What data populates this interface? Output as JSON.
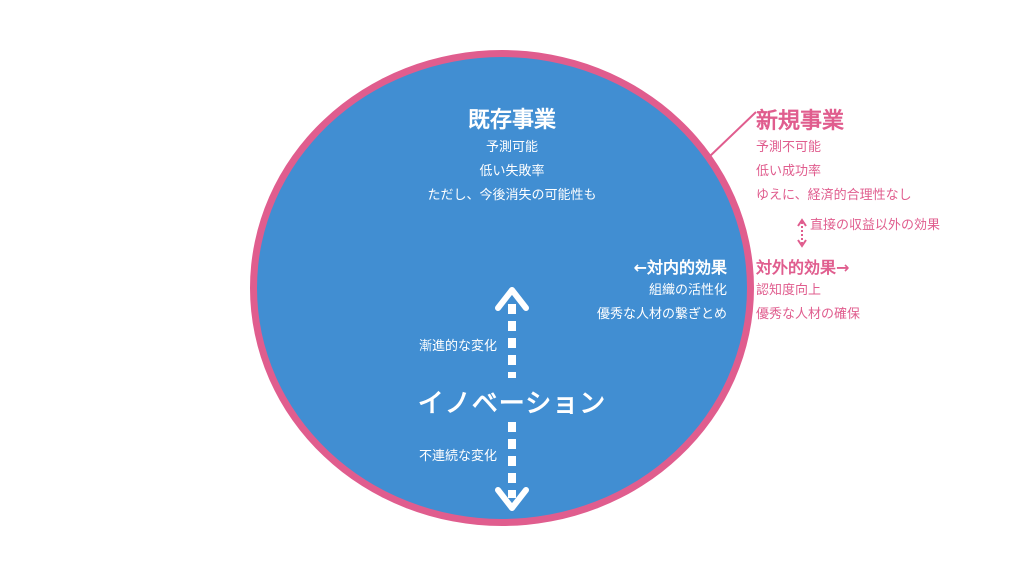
{
  "existing": {
    "title": "既存事業",
    "lines": [
      "予測可能",
      "低い失敗率",
      "ただし、今後消失の可能性も"
    ]
  },
  "new_business": {
    "title": "新規事業",
    "lines": [
      "予測不可能",
      "低い成功率",
      "ゆえに、経済的合理性なし"
    ],
    "indirect_label": "直接の収益以外の効果"
  },
  "internal": {
    "title": "←対内的効果",
    "lines": [
      "組織の活性化",
      "優秀な人材の繋ぎとめ"
    ]
  },
  "external": {
    "title": "対外的効果→",
    "lines": [
      "認知度向上",
      "優秀な人材の確保"
    ]
  },
  "innovation": {
    "label": "イノベーション",
    "upper": "漸進的な変化",
    "lower": "不連続な変化"
  },
  "colors": {
    "circle_fill": "#418ed2",
    "circle_border": "#e05d8e",
    "accent_pink": "#e05d8e",
    "text_white": "#ffffff"
  }
}
